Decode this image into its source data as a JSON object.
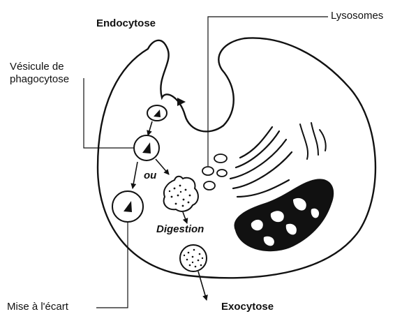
{
  "diagram": {
    "labels": {
      "endocytose": "Endocytose",
      "lysosomes": "Lysosomes",
      "vesicule_line1": "Vésicule de",
      "vesicule_line2": "phagocytose",
      "ou": "ou",
      "digestion": "Digestion",
      "mise_a_lecart": "Mise à l'écart",
      "exocytose": "Exocytose"
    },
    "colors": {
      "ink": "#111111",
      "background": "#ffffff"
    }
  }
}
